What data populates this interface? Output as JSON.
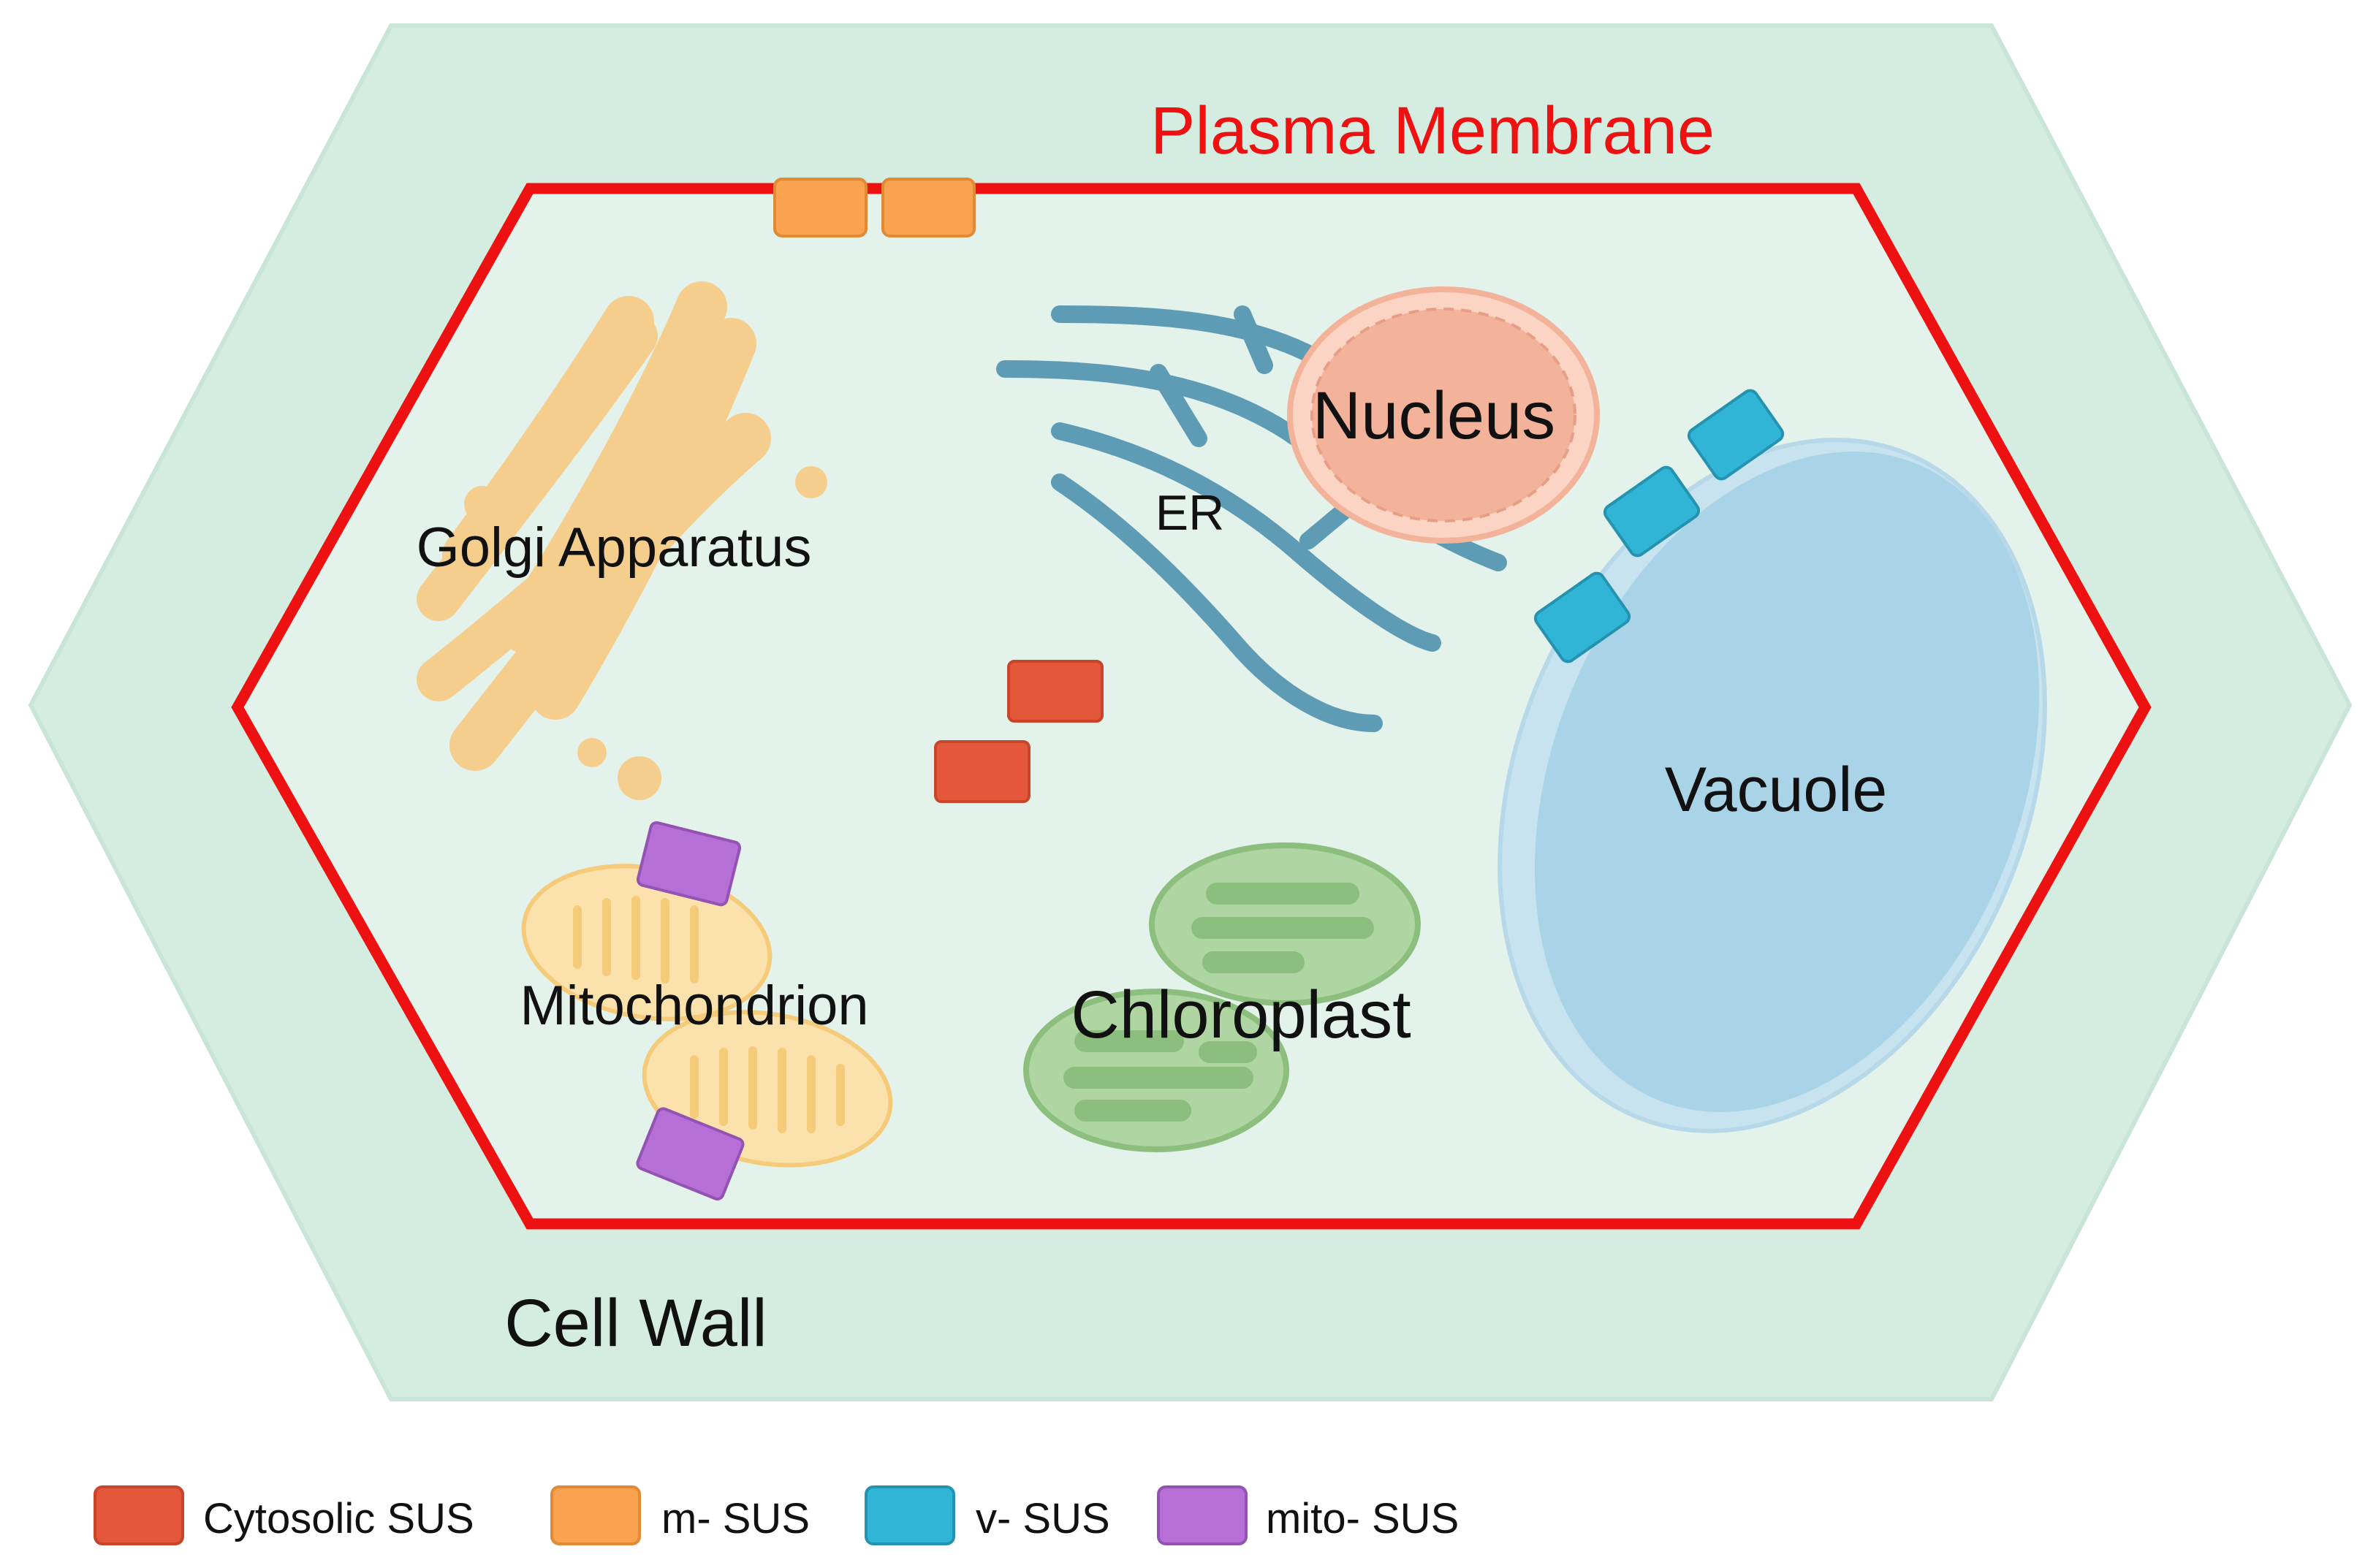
{
  "labels": {
    "plasma_membrane": "Plasma Membrane",
    "nucleus": "Nucleus",
    "er": "ER",
    "golgi": "Golgi Apparatus",
    "vacuole": "Vacuole",
    "mitochondrion": "Mitochondrion",
    "chloroplast": "Chloroplast",
    "cell_wall": "Cell Wall"
  },
  "legend": [
    {
      "label": "Cytosolic SUS",
      "color": "#E5573A"
    },
    {
      "label": "m- SUS",
      "color": "#F9A24F"
    },
    {
      "label": "v- SUS",
      "color": "#31B5D6"
    },
    {
      "label": "mito- SUS",
      "color": "#B56FD6"
    }
  ],
  "colors": {
    "cell_wall": "#D5EDE1",
    "cytoplasm": "#E3F2EA",
    "plasma_membrane": "#EE1111",
    "golgi": "#F7CB85",
    "er": "#5E9CB6",
    "nucleus": "#F3B29A",
    "vacuole": "#A9D3E6",
    "chloroplast": "#9CCB8E",
    "mitochondrion": "#FBE2AC"
  }
}
